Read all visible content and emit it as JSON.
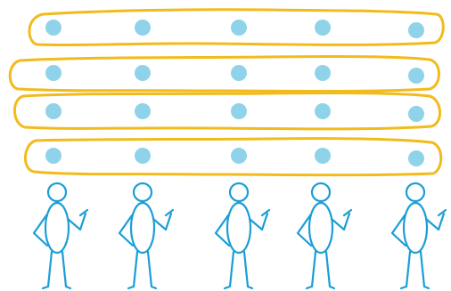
{
  "diagram": {
    "colors": {
      "background": "#ffffff",
      "group_outline": "#f2bb1c",
      "dot_fill": "#8fd3ea",
      "figure_stroke": "#1a9ed6"
    },
    "groups": [
      {
        "dots": 5
      },
      {
        "dots": 5
      },
      {
        "dots": 5
      },
      {
        "dots": 5
      }
    ],
    "figures": [
      {
        "icon": "person-icon",
        "pose": "hand-on-hip-waving"
      },
      {
        "icon": "person-icon",
        "pose": "hand-on-hip-waving"
      },
      {
        "icon": "person-icon",
        "pose": "hand-on-hip-waving"
      },
      {
        "icon": "person-icon",
        "pose": "hand-on-hip-waving"
      },
      {
        "icon": "person-icon",
        "pose": "hand-on-hip-waving"
      }
    ]
  }
}
